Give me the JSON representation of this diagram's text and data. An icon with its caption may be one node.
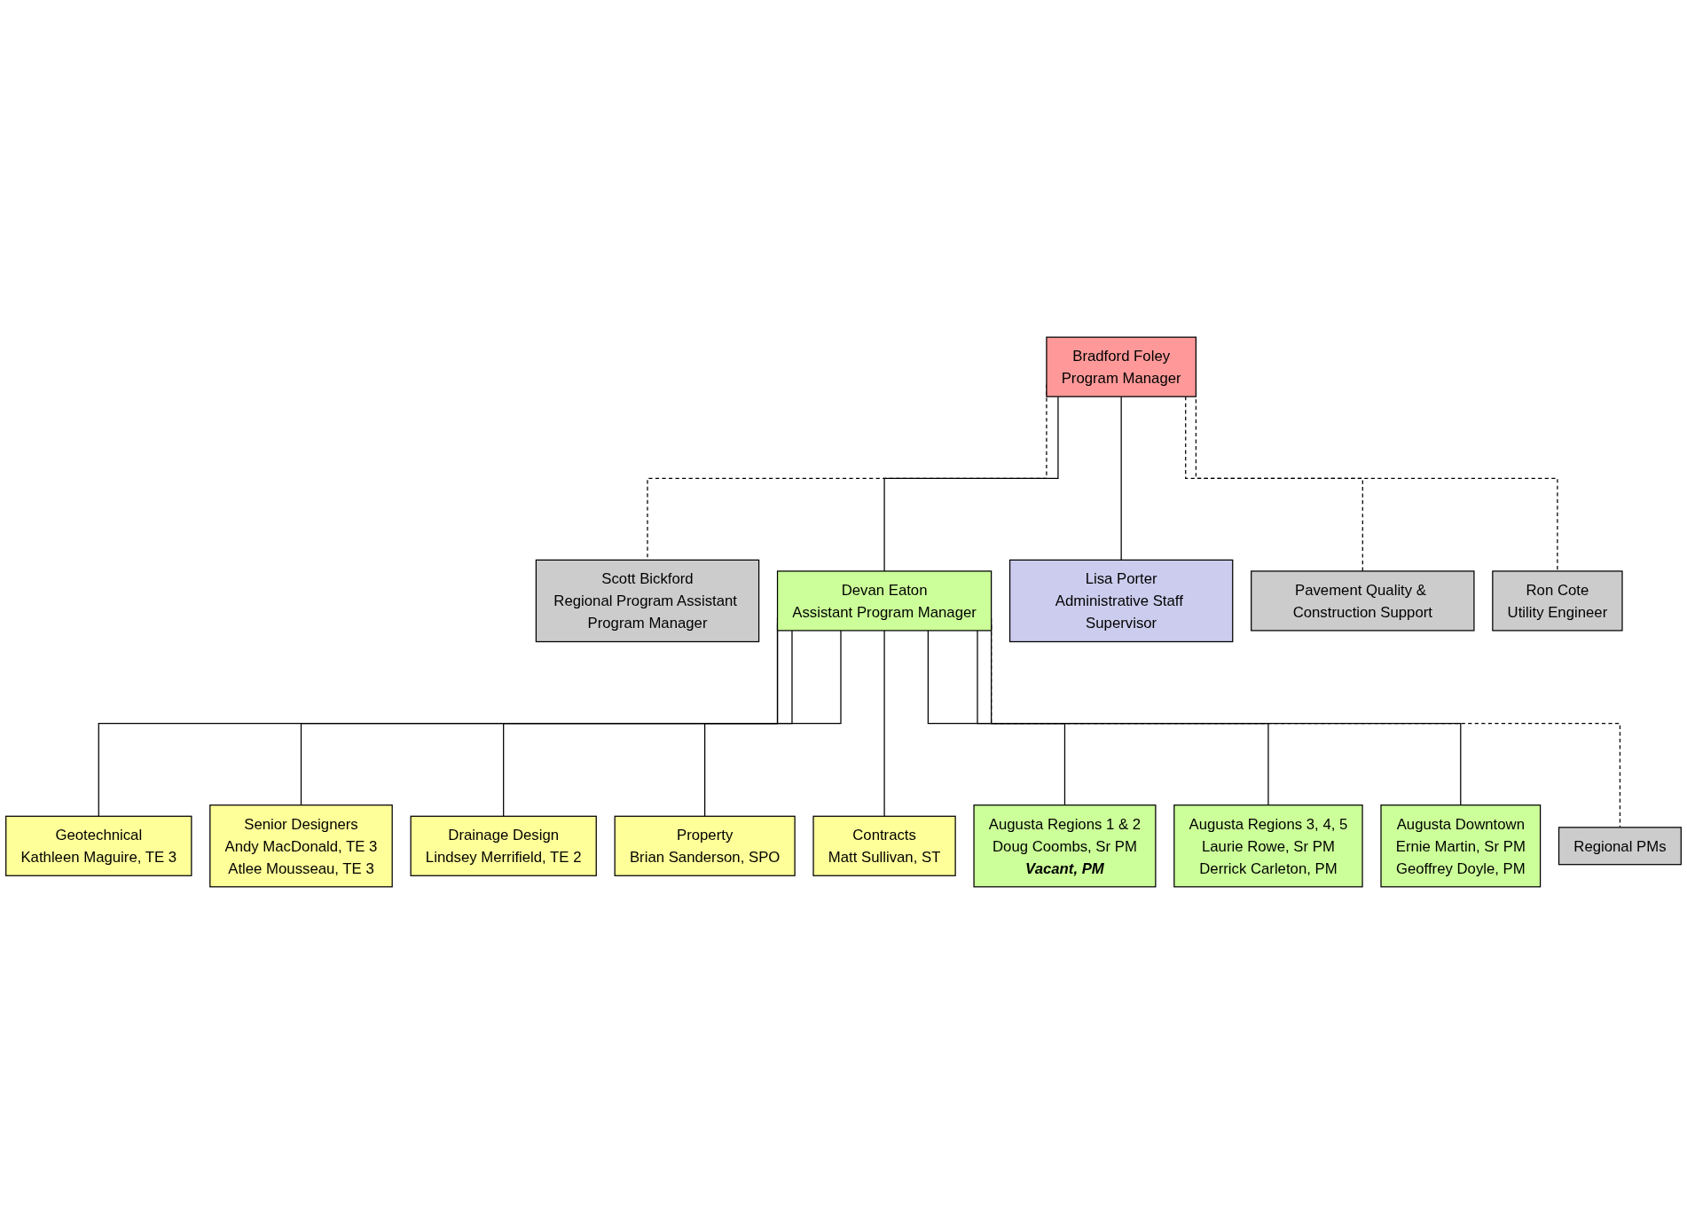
{
  "diagram": {
    "nodes": [
      {
        "text": [
          "Bradford Foley",
          "Program Manager"
        ]
      },
      {
        "text": [
          "Scott Bickford",
          "Regional Program Assistant Program Manager"
        ]
      },
      {
        "text": [
          "Devan Eaton",
          "Assistant Program Manager"
        ]
      },
      {
        "text": [
          "Lisa Porter",
          "Administrative Staff Supervisor"
        ]
      },
      {
        "text": [
          "Pavement Quality & Construction Support"
        ]
      },
      {
        "text": [
          "Ron Cote",
          "Utility Engineer"
        ]
      },
      {
        "text": [
          "Geotechnical",
          "Kathleen Maguire, TE 3"
        ]
      },
      {
        "text": [
          "Senior Designers",
          "Andy MacDonald, TE 3",
          "Atlee Mousseau, TE 3"
        ]
      },
      {
        "text": [
          "Drainage Design",
          "Lindsey Merrifield, TE 2"
        ]
      },
      {
        "text": [
          "Property",
          "Brian Sanderson, SPO"
        ]
      },
      {
        "text": [
          "Contracts",
          "Matt Sullivan, ST"
        ]
      },
      {
        "text": [
          "Augusta Regions 1 & 2",
          "Doug Coombs, Sr PM",
          "Vacant, PM"
        ]
      },
      {
        "text": [
          "Augusta Regions 3, 4, 5",
          "Laurie Rowe, Sr PM",
          "Derrick Carleton, PM"
        ]
      },
      {
        "text": [
          "Augusta Downtown",
          "Ernie Martin, Sr PM",
          "Geoffrey Doyle, PM"
        ]
      },
      {
        "text": [
          "Regional PMs"
        ]
      }
    ],
    "edges": [
      {
        "from": 0,
        "to": 1,
        "arrow": "none",
        "style": "dashed"
      },
      {
        "from": 0,
        "to": 2,
        "arrow": "none"
      },
      {
        "from": 0,
        "to": 3,
        "arrow": "none"
      },
      {
        "from": 0,
        "to": 4,
        "arrow": "none",
        "style": "dashed"
      },
      {
        "from": 0,
        "to": 5,
        "arrow": "none",
        "style": "dashed"
      },
      {
        "from": 2,
        "to": 6,
        "arrow": "none"
      },
      {
        "from": 2,
        "to": 7,
        "arrow": "none"
      },
      {
        "from": 2,
        "to": 8,
        "arrow": "none"
      },
      {
        "from": 2,
        "to": 9,
        "arrow": "none"
      },
      {
        "from": 2,
        "to": 10,
        "arrow": "none"
      },
      {
        "from": 2,
        "to": 11,
        "arrow": "none"
      },
      {
        "from": 2,
        "to": 12,
        "arrow": "none"
      },
      {
        "from": 2,
        "to": 13,
        "arrow": "none"
      },
      {
        "from": 2,
        "to": 14,
        "arrow": "none",
        "style": "dashed"
      }
    ]
  }
}
